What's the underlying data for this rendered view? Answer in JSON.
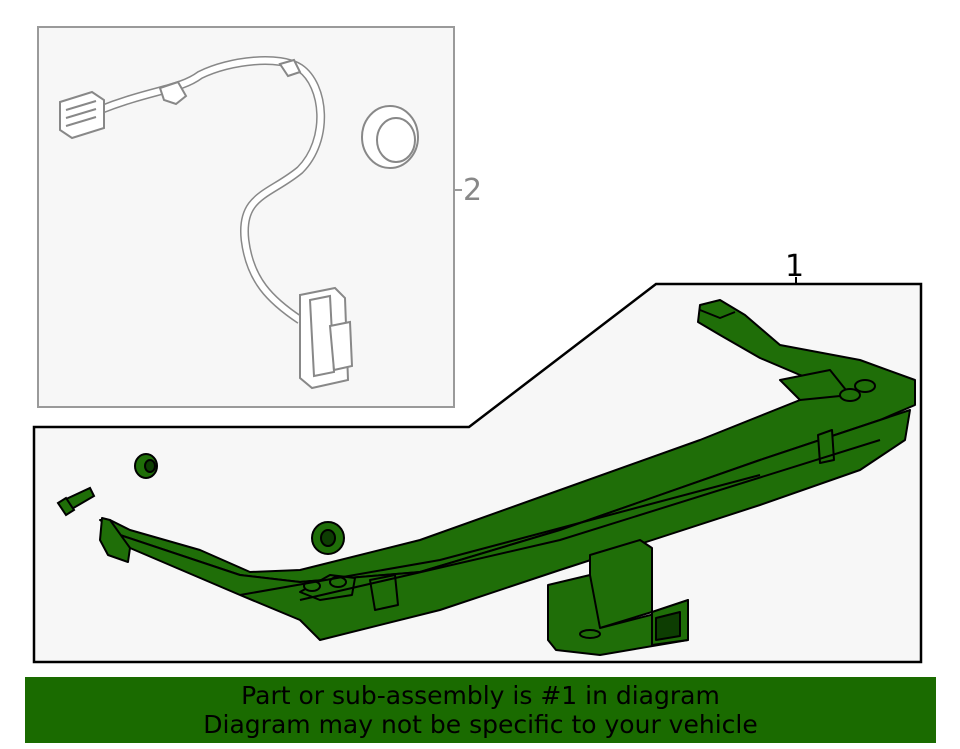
{
  "callouts": {
    "one": "1",
    "two": "2"
  },
  "banner": {
    "line1": "Part or sub-assembly is #1 in diagram",
    "line2": "Diagram may not be specific to your vehicle",
    "color": "#1a6b00"
  },
  "colors": {
    "highlight": "#1f6e08",
    "outline": "#000000",
    "inset_frame": "#9a9a9a",
    "panel_bg": "#f7f7f7"
  }
}
